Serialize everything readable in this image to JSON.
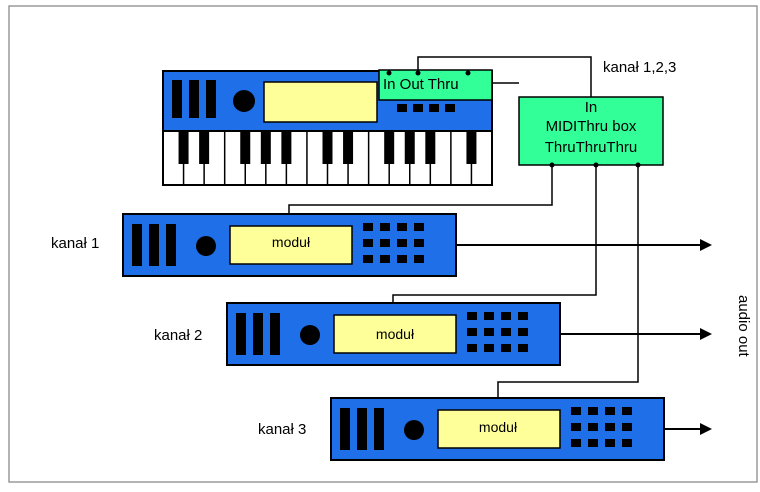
{
  "labels": {
    "kanal_all": "kanał 1,2,3",
    "kanal1": "kanał 1",
    "kanal2": "kanał 2",
    "kanal3": "kanał 3",
    "audio_out": "audio out"
  },
  "keyboard": {
    "ports": "In Out Thru"
  },
  "thru_box": {
    "line1": "In",
    "line2": "MIDIThru box",
    "line3": "ThruThruThru"
  },
  "modules": [
    {
      "label": "moduł"
    },
    {
      "label": "moduł"
    },
    {
      "label": "moduł"
    }
  ],
  "colors": {
    "device_blue": "#1f6fe8",
    "display_yellow": "#ffff99",
    "midi_green": "#33ff99",
    "frame_gray": "#9a9a9a",
    "black": "#000000"
  }
}
